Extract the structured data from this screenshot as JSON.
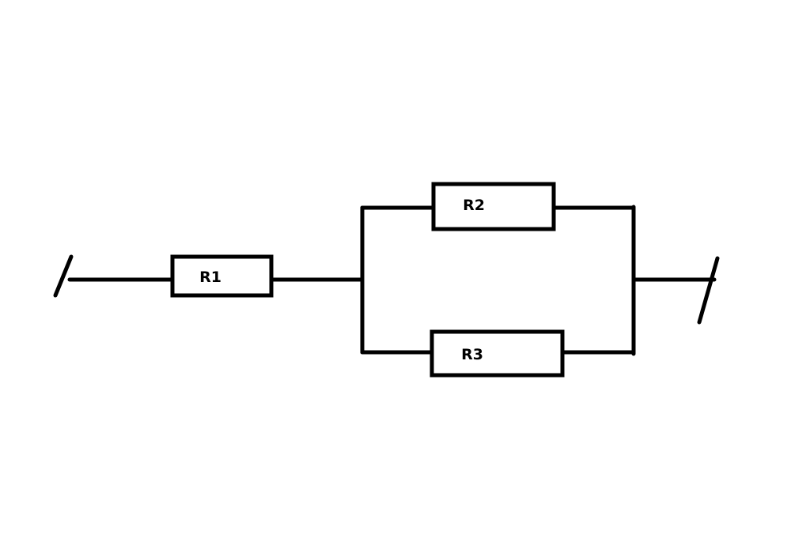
{
  "diagram": {
    "type": "circuit-schematic",
    "stroke_color": "#000000",
    "background_color": "#ffffff",
    "components": [
      {
        "id": "R1",
        "kind": "resistor",
        "label": "R1"
      },
      {
        "id": "R2",
        "kind": "resistor",
        "label": "R2"
      },
      {
        "id": "R3",
        "kind": "resistor",
        "label": "R3"
      }
    ],
    "topology": {
      "series": [
        "R1"
      ],
      "parallel": [
        "R2",
        "R3"
      ]
    },
    "terminals": [
      {
        "id": "left-terminal",
        "symbol": "slash"
      },
      {
        "id": "right-terminal",
        "symbol": "slash"
      }
    ]
  }
}
